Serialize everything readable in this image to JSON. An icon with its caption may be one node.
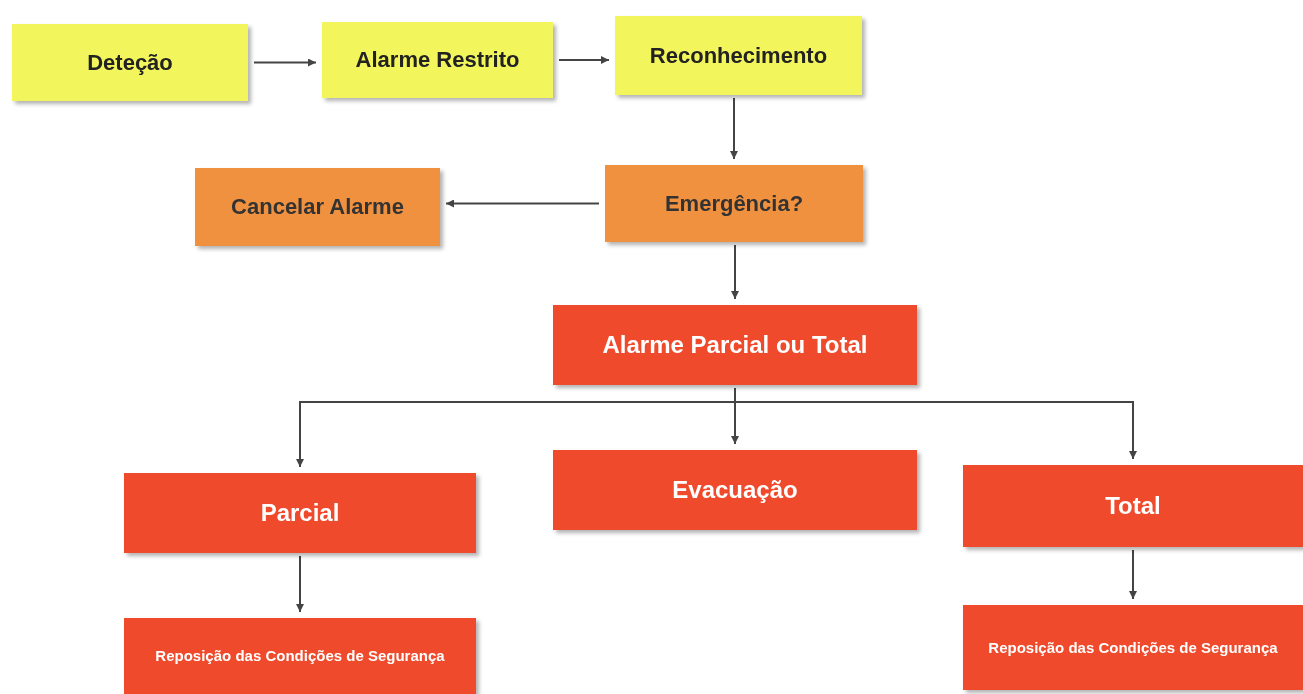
{
  "diagram": {
    "nodes": [
      {
        "text": [
          "Deteção"
        ]
      },
      {
        "text": [
          "Alarme Restrito"
        ]
      },
      {
        "text": [
          "Reconhecimento"
        ]
      },
      {
        "text": [
          "Cancelar Alarme"
        ]
      },
      {
        "text": [
          "Emergência?"
        ]
      },
      {
        "text": [
          "Alarme Parcial ou Total"
        ]
      },
      {
        "text": [
          "Parcial"
        ]
      },
      {
        "text": [
          "Evacuação"
        ]
      },
      {
        "text": [
          "Total"
        ]
      },
      {
        "text": [
          "Reposição das Condições de Segurança"
        ]
      },
      {
        "text": [
          "Reposição das Condições de Segurança"
        ]
      }
    ],
    "edges": [
      {
        "from": 0,
        "to": 1,
        "arrow": "to"
      },
      {
        "from": 1,
        "to": 2,
        "arrow": "to"
      },
      {
        "from": 2,
        "to": 4,
        "arrow": "to"
      },
      {
        "from": 4,
        "to": 3,
        "arrow": "to"
      },
      {
        "from": 4,
        "to": 5,
        "arrow": "to"
      },
      {
        "from": 5,
        "to": 6,
        "arrow": "to"
      },
      {
        "from": 5,
        "to": 7,
        "arrow": "to"
      },
      {
        "from": 5,
        "to": 8,
        "arrow": "to"
      },
      {
        "from": 6,
        "to": 9,
        "arrow": "to"
      },
      {
        "from": 8,
        "to": 10,
        "arrow": "to"
      }
    ]
  }
}
